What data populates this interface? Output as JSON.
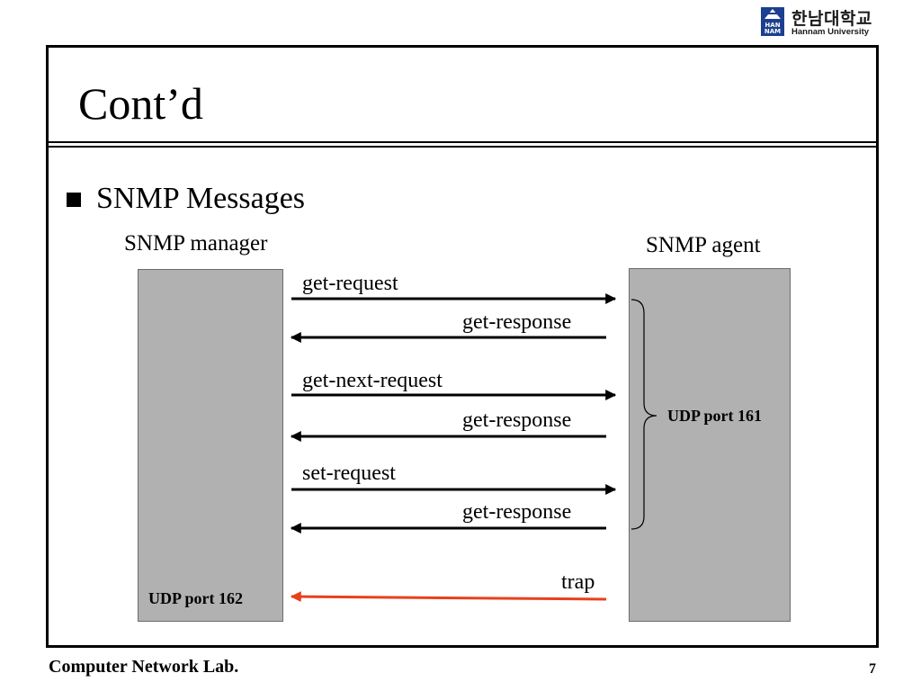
{
  "logo": {
    "korean_name": "한남대학교",
    "english_name": "Hannam University",
    "emblem_text_top": "HAN",
    "emblem_text_bottom": "NAM"
  },
  "slide": {
    "title": "Cont’d",
    "bullet": "SNMP Messages",
    "page_number": "7"
  },
  "diagram": {
    "manager_label": "SNMP manager",
    "agent_label": "SNMP agent",
    "manager_port": "UDP port 162",
    "agent_port": "UDP port 161",
    "messages": [
      {
        "label": "get-request",
        "direction": "manager-to-agent",
        "color": "#000000"
      },
      {
        "label": "get-response",
        "direction": "agent-to-manager",
        "color": "#000000"
      },
      {
        "label": "get-next-request",
        "direction": "manager-to-agent",
        "color": "#000000"
      },
      {
        "label": "get-response",
        "direction": "agent-to-manager",
        "color": "#000000"
      },
      {
        "label": "set-request",
        "direction": "manager-to-agent",
        "color": "#000000"
      },
      {
        "label": "get-response",
        "direction": "agent-to-manager",
        "color": "#000000"
      },
      {
        "label": "trap",
        "direction": "agent-to-manager",
        "color": "#e8401c"
      }
    ],
    "colors": {
      "box_fill": "#b1b1b1",
      "trap_arrow": "#e8401c"
    }
  },
  "footer": {
    "lab_name": "Computer Network Lab."
  }
}
